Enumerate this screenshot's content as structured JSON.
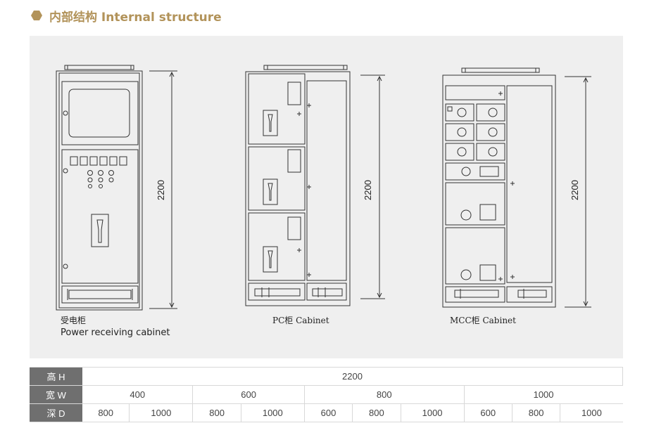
{
  "header": {
    "title": "内部结构 Internal structure"
  },
  "cabinets": [
    {
      "name_zh": "受电柜",
      "name_en": "Power receiving cabinet",
      "height": "2200"
    },
    {
      "name": "PC柜 Cabinet",
      "height": "2200"
    },
    {
      "name": "MCC柜 Cabinet",
      "height": "2200"
    }
  ],
  "colors": {
    "accent": "#b2935a",
    "panel_bg": "#efefef",
    "table_header": "#6f6f6f"
  },
  "spec_table": {
    "height": {
      "label": "高 H",
      "value": "2200"
    },
    "width": {
      "label": "宽 W",
      "values": [
        "400",
        "600",
        "800",
        "1000"
      ]
    },
    "depth": {
      "label": "深 D",
      "values": [
        "800",
        "1000",
        "800",
        "1000",
        "600",
        "800",
        "1000",
        "600",
        "800",
        "1000"
      ]
    }
  }
}
